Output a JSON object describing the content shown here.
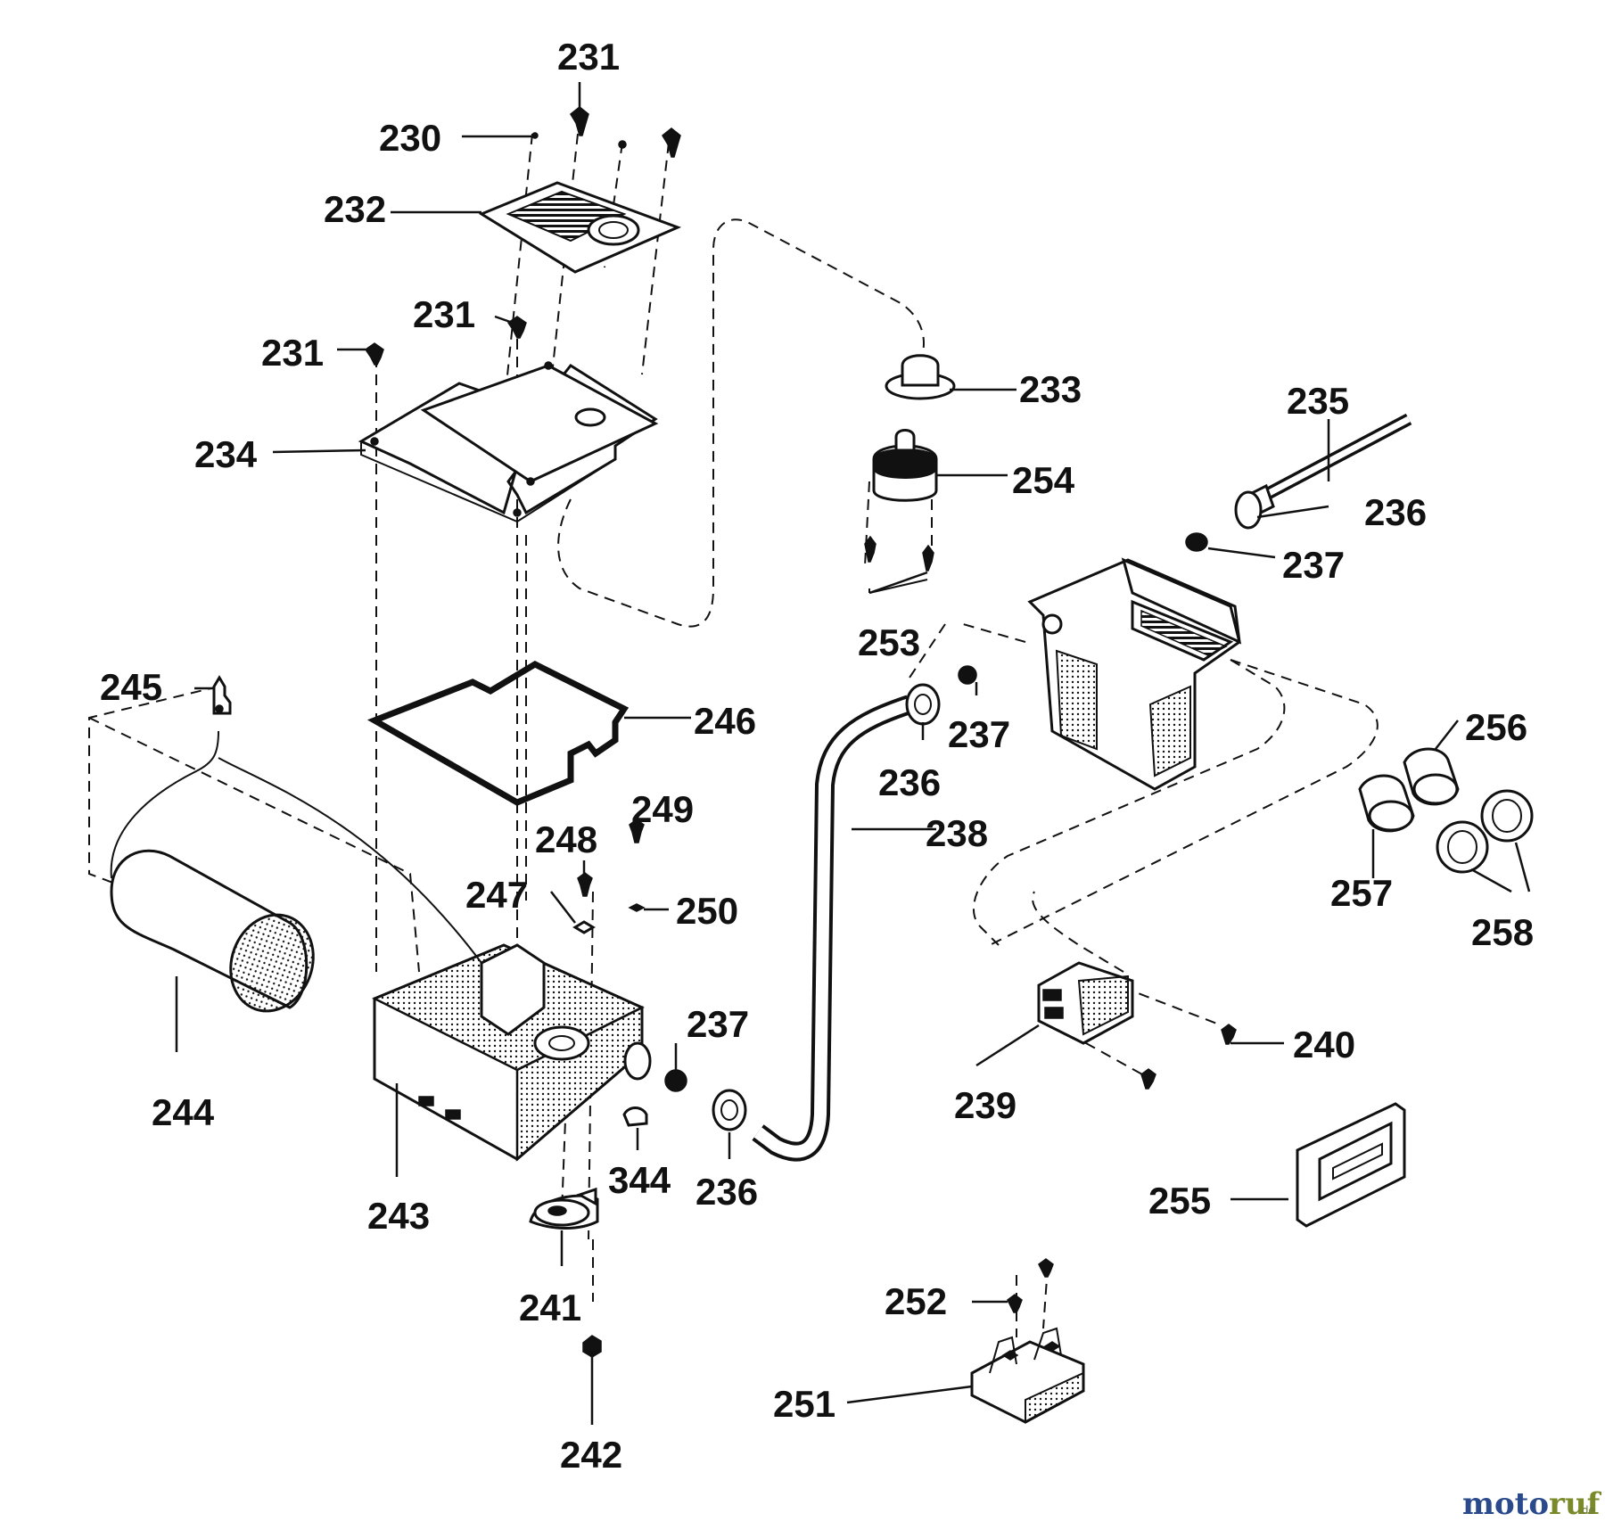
{
  "diagram": {
    "labels": {
      "p230": "230",
      "p231a": "231",
      "p231b": "231",
      "p231c": "231",
      "p232": "232",
      "p233": "233",
      "p234": "234",
      "p235": "235",
      "p236a": "236",
      "p236b": "236",
      "p236c": "236",
      "p237a": "237",
      "p237b": "237",
      "p237c": "237",
      "p238": "238",
      "p239": "239",
      "p240": "240",
      "p241": "241",
      "p242": "242",
      "p243": "243",
      "p244": "244",
      "p245": "245",
      "p246": "246",
      "p247": "247",
      "p248": "248",
      "p249": "249",
      "p250": "250",
      "p251": "251",
      "p252": "252",
      "p253": "253",
      "p254": "254",
      "p255": "255",
      "p256": "256",
      "p257": "257",
      "p258": "258",
      "p344": "344"
    },
    "watermark": {
      "part1": "moto",
      "part2": "ruf",
      "suffix": ".de",
      "color1": "#2a4a8c",
      "color2": "#7a8a2a"
    }
  }
}
